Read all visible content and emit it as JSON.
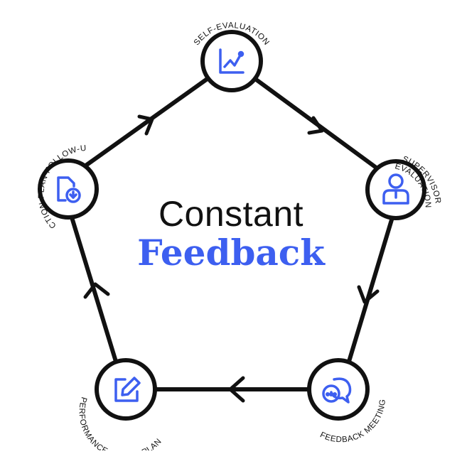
{
  "title": {
    "line1": "Constant",
    "line2": "Feedback"
  },
  "colors": {
    "accent": "#3d5ff0",
    "line": "#111111",
    "background": "#ffffff"
  },
  "stages": [
    {
      "id": "self-evaluation",
      "label": "SELF-EVALUATION",
      "icon": "chart-icon"
    },
    {
      "id": "supervisor-evaluation",
      "label_lines": [
        "SUPERVISOR",
        "EVALUATION"
      ],
      "icon": "supervisor-icon"
    },
    {
      "id": "feedback-meeting",
      "label": "FEEDBACK MEETING",
      "icon": "chat-icon"
    },
    {
      "id": "performance-action-plan",
      "label": "PERFORMANCE ACTION PLAN",
      "icon": "edit-icon"
    },
    {
      "id": "action-plan-follow-up",
      "label": "ACTION PLAN FOLLOW-UP",
      "icon": "document-download-icon"
    }
  ]
}
